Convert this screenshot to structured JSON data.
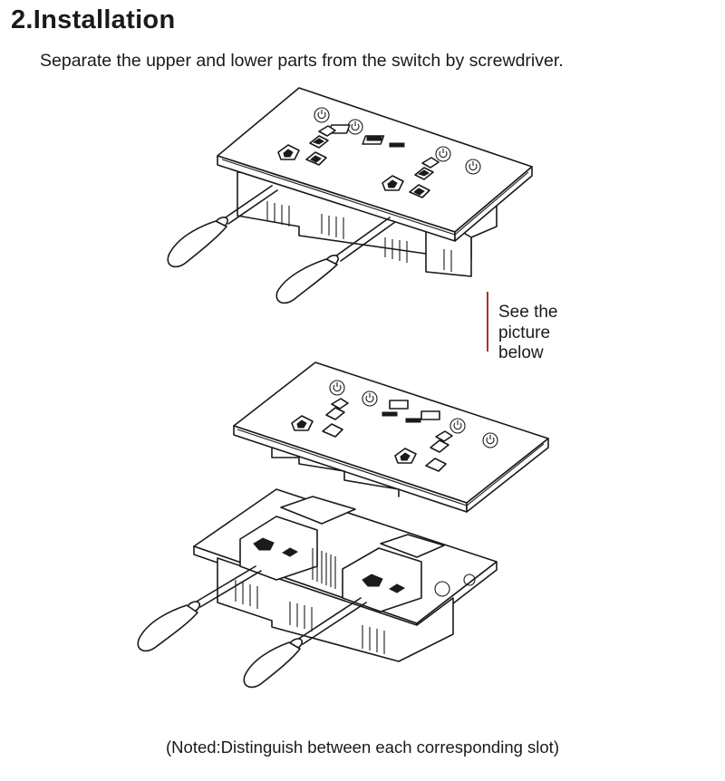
{
  "heading": "2.Installation",
  "instruction": "Separate the upper and lower parts from the switch by screwdriver.",
  "callout": {
    "line1": "See the",
    "line2": "picture below",
    "accent_color": "#b03030"
  },
  "footnote": "(Noted:Distinguish between each corresponding slot)",
  "illustrations": [
    "socket-with-screwdrivers-icon",
    "socket-separated-icon"
  ]
}
